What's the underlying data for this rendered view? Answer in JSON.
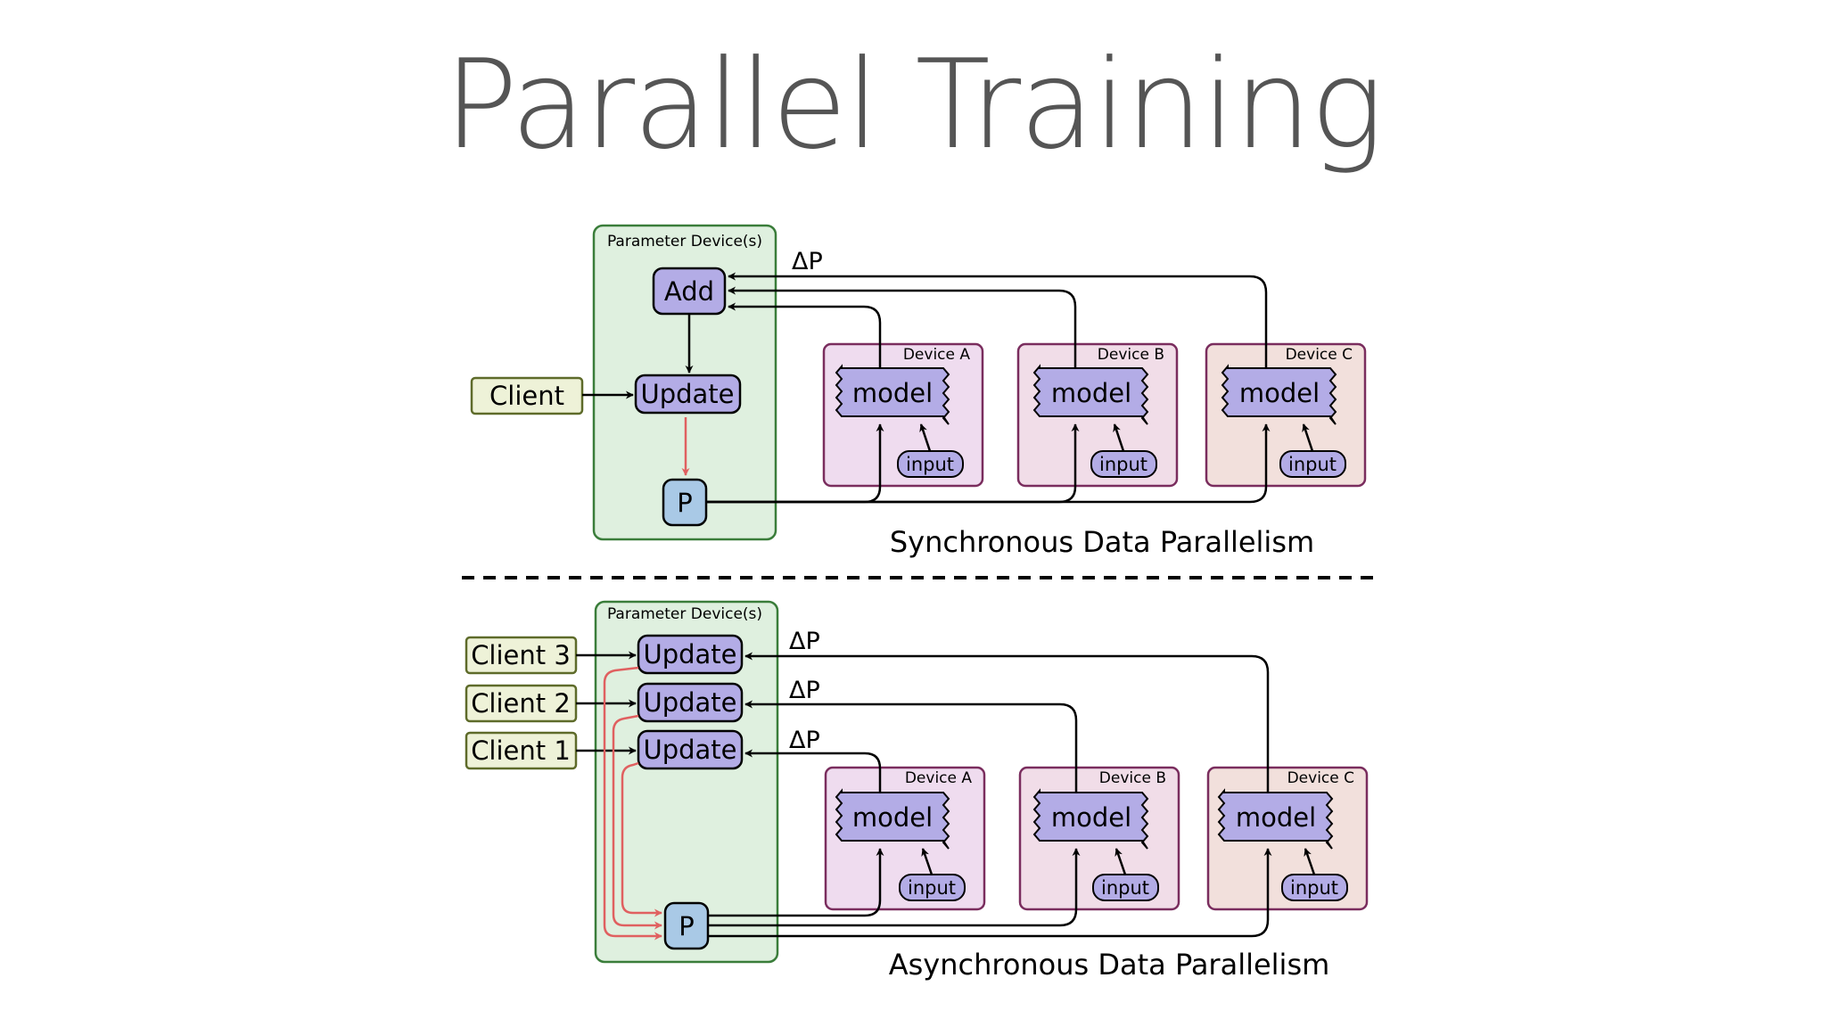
{
  "title": "Parallel Training",
  "param_device_label": "Parameter Device(s)",
  "delta_label": "ΔP",
  "sync": {
    "caption": "Synchronous Data Parallelism",
    "client": "Client",
    "add": "Add",
    "update": "Update",
    "p": "P",
    "devices": [
      {
        "label": "Device A",
        "model": "model",
        "input": "input"
      },
      {
        "label": "Device B",
        "model": "model",
        "input": "input"
      },
      {
        "label": "Device C",
        "model": "model",
        "input": "input"
      }
    ]
  },
  "async": {
    "caption": "Asynchronous Data Parallelism",
    "clients": [
      "Client 3",
      "Client 2",
      "Client 1"
    ],
    "update": "Update",
    "p": "P",
    "devices": [
      {
        "label": "Device A",
        "model": "model",
        "input": "input"
      },
      {
        "label": "Device B",
        "model": "model",
        "input": "input"
      },
      {
        "label": "Device C",
        "model": "model",
        "input": "input"
      }
    ]
  },
  "colors": {
    "param_bg": "#dff0df",
    "param_border": "#3a7d3a",
    "node_fill": "#b3ace6",
    "p_fill": "#a9c9e6",
    "client_fill": "#eef2d8",
    "client_border": "#5e6b2a",
    "device_a_bg": "#efdcef",
    "device_b_bg": "#f1dde8",
    "device_c_bg": "#f2e0dc",
    "device_border": "#7a2d5e",
    "red_arrow": "#e06060"
  }
}
